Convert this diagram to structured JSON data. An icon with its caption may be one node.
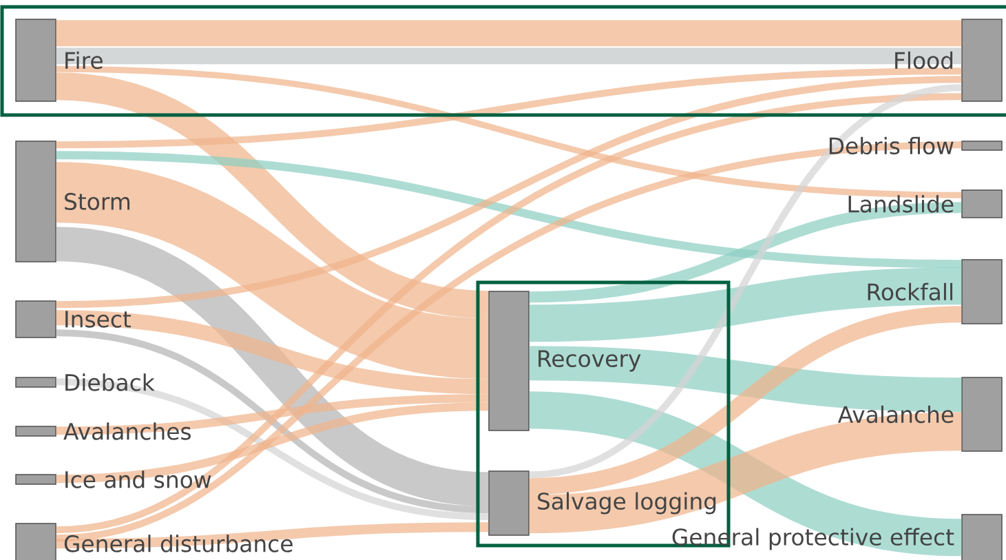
{
  "diagram": {
    "nodes": [
      {
        "text": [
          "Fire"
        ]
      },
      {
        "text": [
          "Storm"
        ]
      },
      {
        "text": [
          "Insect"
        ]
      },
      {
        "text": [
          "Dieback"
        ]
      },
      {
        "text": [
          "Avalanches"
        ]
      },
      {
        "text": [
          "Ice and snow"
        ]
      },
      {
        "text": [
          "General disturbance"
        ]
      },
      {
        "text": [
          "Recovery"
        ]
      },
      {
        "text": [
          "Salvage logging"
        ]
      },
      {
        "text": [
          "Flood"
        ]
      },
      {
        "text": [
          "Debris flow"
        ]
      },
      {
        "text": [
          "Landslide"
        ]
      },
      {
        "text": [
          "Rockfall"
        ]
      },
      {
        "text": [
          "Avalanche"
        ]
      },
      {
        "text": [
          "General protective effect"
        ]
      }
    ],
    "edges": [
      {
        "from": 0,
        "to": 9,
        "arrow": "none",
        "style": "thick"
      },
      {
        "from": 0,
        "to": 9,
        "arrow": "none",
        "color": "#c4c7c8"
      },
      {
        "from": 0,
        "to": 11,
        "arrow": "none"
      },
      {
        "from": 0,
        "to": 7,
        "arrow": "none",
        "style": "thick"
      },
      {
        "from": 1,
        "to": 9,
        "arrow": "none"
      },
      {
        "from": 1,
        "to": 12,
        "arrow": "none",
        "color": "#8dcfc2"
      },
      {
        "from": 1,
        "to": 7,
        "arrow": "none",
        "style": "thick"
      },
      {
        "from": 1,
        "to": 8,
        "arrow": "none",
        "style": "thick",
        "color": "#b4b4b4"
      },
      {
        "from": 2,
        "to": 9,
        "arrow": "none"
      },
      {
        "from": 2,
        "to": 7,
        "arrow": "none"
      },
      {
        "from": 2,
        "to": 8,
        "arrow": "none",
        "color": "#b4b4b4"
      },
      {
        "from": 3,
        "to": 8,
        "arrow": "none",
        "color": "#d4d4d4"
      },
      {
        "from": 4,
        "to": 7,
        "arrow": "none"
      },
      {
        "from": 5,
        "to": 7,
        "arrow": "none"
      },
      {
        "from": 6,
        "to": 9,
        "arrow": "none"
      },
      {
        "from": 6,
        "to": 10,
        "arrow": "none"
      },
      {
        "from": 6,
        "to": 8,
        "arrow": "none"
      },
      {
        "from": 7,
        "to": 11,
        "arrow": "none",
        "color": "#8dcfc2"
      },
      {
        "from": 7,
        "to": 12,
        "arrow": "none",
        "style": "thick",
        "color": "#8dcfc2"
      },
      {
        "from": 7,
        "to": 13,
        "arrow": "none",
        "style": "thick",
        "color": "#8dcfc2"
      },
      {
        "from": 7,
        "to": 14,
        "arrow": "none",
        "style": "thick",
        "color": "#8dcfc2"
      },
      {
        "from": 8,
        "to": 9,
        "arrow": "none",
        "color": "#d4d4d4"
      },
      {
        "from": 8,
        "to": 12,
        "arrow": "none"
      },
      {
        "from": 8,
        "to": 13,
        "arrow": "none",
        "style": "thick"
      }
    ]
  }
}
